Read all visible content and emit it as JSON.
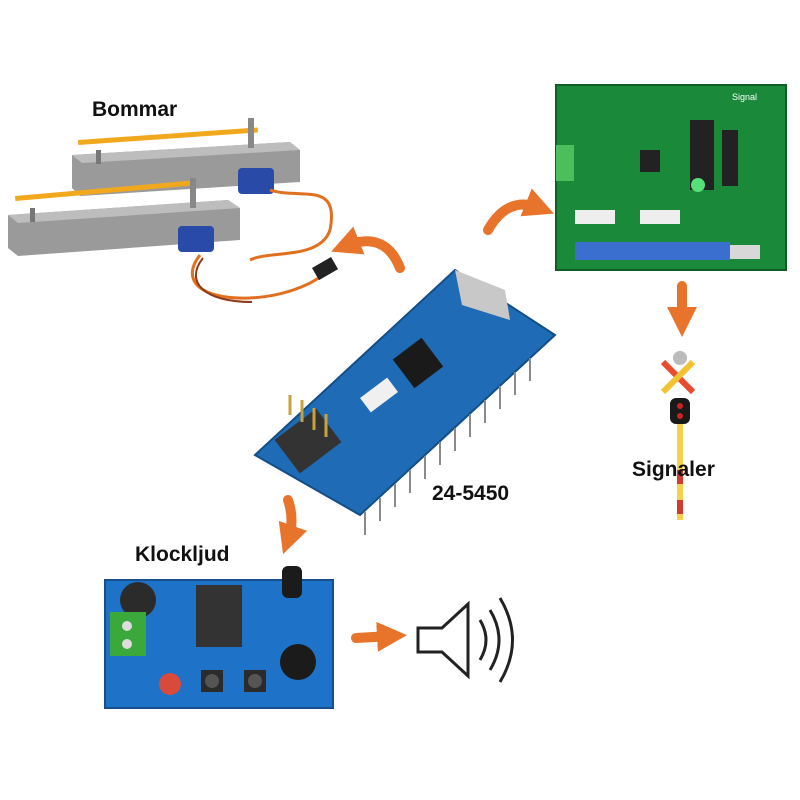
{
  "labels": {
    "gates": "Bommar",
    "signals": "Signaler",
    "bell_sound": "Klockljud",
    "controller": "24-5450"
  },
  "colors": {
    "arrow": "#e8742c",
    "nano_board": "#1f6bb5",
    "decoder_board": "#1a8a3a",
    "sound_board": "#1e73c8",
    "servo": "#2a4aa8",
    "gate_arm": "#f2a81d"
  },
  "icons": {
    "speaker": "speaker-icon",
    "gate": "level-crossing-gate-icon",
    "signal": "crossing-signal-icon"
  }
}
